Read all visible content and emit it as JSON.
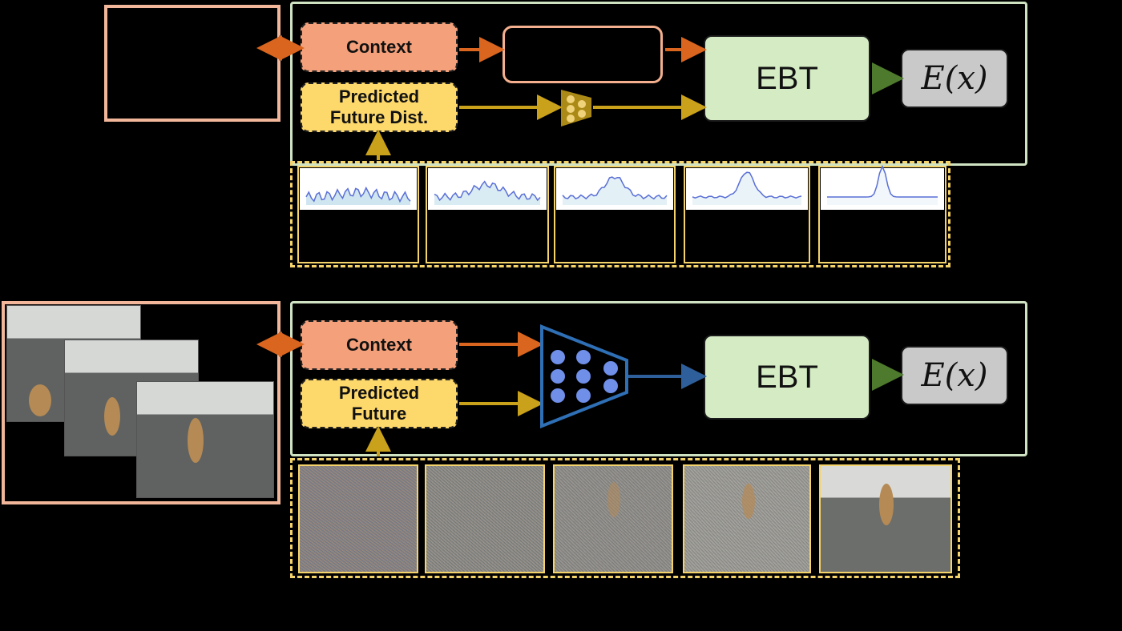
{
  "top": {
    "context_label": "Context",
    "predicted_label_line1": "Predicted",
    "predicted_label_line2": "Future Dist.",
    "ebt_label": "EBT",
    "energy_label": "E(x)"
  },
  "bottom": {
    "context_label": "Context",
    "predicted_label_line1": "Predicted",
    "predicted_label_line2": "Future",
    "ebt_label": "EBT",
    "energy_label": "E(x)"
  },
  "colors": {
    "context_orange": "#f4a07a",
    "predicted_yellow": "#fdd86b",
    "ebt_green": "#d4ebc3",
    "energy_gray": "#c9c9c9",
    "arrow_orange": "#d9651f",
    "arrow_gold": "#c9a11a",
    "arrow_green": "#4e7a2e",
    "arrow_blue": "#2f5f9a"
  },
  "icons": {
    "top_embed": "mlp-icon",
    "bottom_embed": "neural-network-icon"
  }
}
